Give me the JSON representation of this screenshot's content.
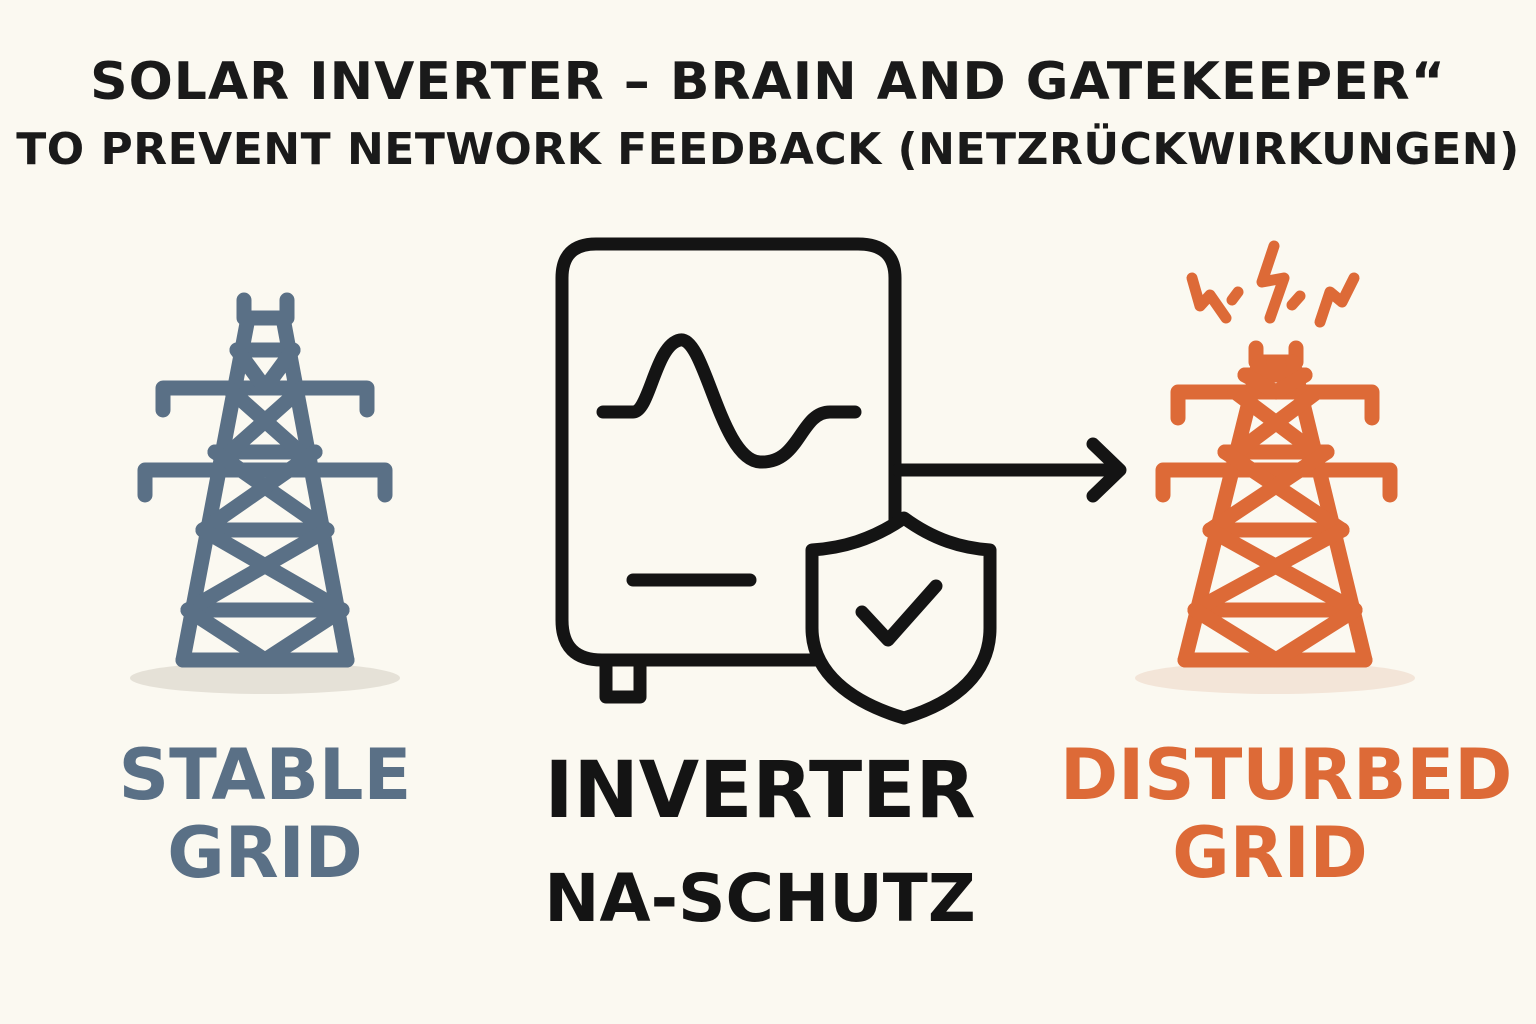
{
  "title": {
    "line1": "SOLAR INVERTER – BRAIN AND GATEKEEPER“",
    "line2": "TO PREVENT NETWORK FEEDBACK (NETZRÜCKWIRKUNGEN)"
  },
  "left": {
    "label_line1": "STABLE",
    "label_line2": "GRID",
    "icon": "transmission-tower-icon",
    "color": "#5a7086"
  },
  "center": {
    "label_main": "INVERTER",
    "label_sub": "NA-SCHUTZ",
    "icon": "inverter-icon",
    "badge_icon": "shield-check-icon",
    "color": "#141414"
  },
  "right": {
    "label_line1": "DISTURBED",
    "label_line2": "GRID",
    "icon": "transmission-tower-icon",
    "disturbance_icon": "lightning-bolts-icon",
    "color": "#dd6a37"
  },
  "connector": {
    "icon": "arrow-right-icon"
  }
}
